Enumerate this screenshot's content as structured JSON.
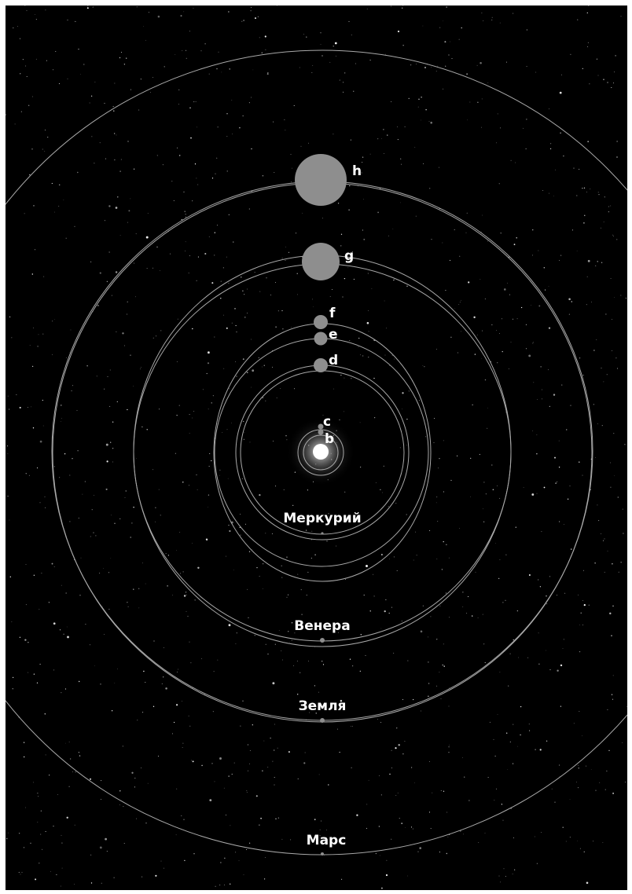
{
  "colors": {
    "background": "#000000",
    "frame": "#ffffff",
    "orbit": "#a9a9a9",
    "exoplanet": "#8e8e8e",
    "solar_planet": "#8e8e8e",
    "star": "#ffffff",
    "label": "#ffffff"
  },
  "exoplanets": [
    {
      "id": "b",
      "label": "b"
    },
    {
      "id": "c",
      "label": "c"
    },
    {
      "id": "d",
      "label": "d"
    },
    {
      "id": "e",
      "label": "e"
    },
    {
      "id": "f",
      "label": "f"
    },
    {
      "id": "g",
      "label": "g"
    },
    {
      "id": "h",
      "label": "h"
    }
  ],
  "solar_planets": [
    {
      "id": "mercury",
      "label": "Меркурий"
    },
    {
      "id": "venus",
      "label": "Венера"
    },
    {
      "id": "earth",
      "label": "Земля"
    },
    {
      "id": "mars",
      "label": "Марс"
    }
  ]
}
